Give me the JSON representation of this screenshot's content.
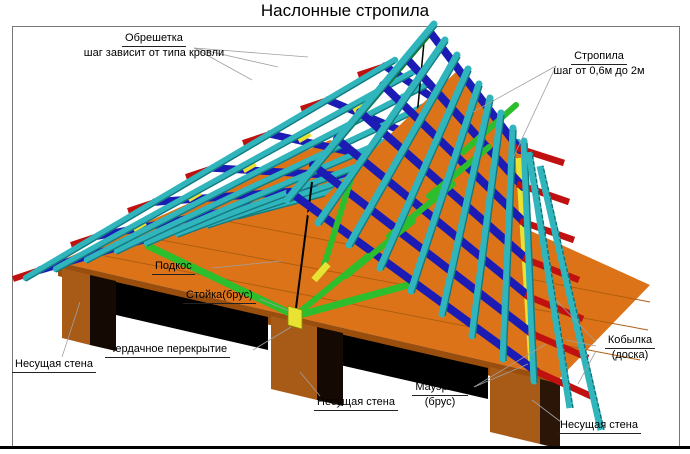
{
  "title": "Наслонные стропила",
  "labels": {
    "battens": {
      "line1": "Обрешетка",
      "line2": "шаг зависит от типа кровли"
    },
    "rafters": {
      "line1": "Стропила",
      "line2": "шаг от 0,6м до 2м"
    },
    "brace": "Подкос",
    "post": "Стойка(брус)",
    "attic_floor": "Чердачное перекрытие",
    "wall_left": "Несущая стена",
    "wall_center": "Несущая стена",
    "wall_right": "Несущая стена",
    "mauerlat": {
      "line1": "Мауэрлат",
      "line2": "(брус)"
    },
    "kobylka": {
      "line1": "Кобылка",
      "line2": "(доска)"
    }
  },
  "colors": {
    "batten_teal": "#2FB5BB",
    "batten_edge": "#157A80",
    "rafter_blue": "#1C1CB4",
    "sheathing_orange": "#DC7318",
    "floor_edge_brown": "#9A4E0E",
    "wall_brown": "#A85A17",
    "brace_green": "#2DBE2D",
    "ridge_green": "#0E7A0E",
    "post_yellow": "#E8E332",
    "kobylka_red": "#C01010",
    "shadow_black": "#000000",
    "leader_gray": "#A0A0A0"
  }
}
